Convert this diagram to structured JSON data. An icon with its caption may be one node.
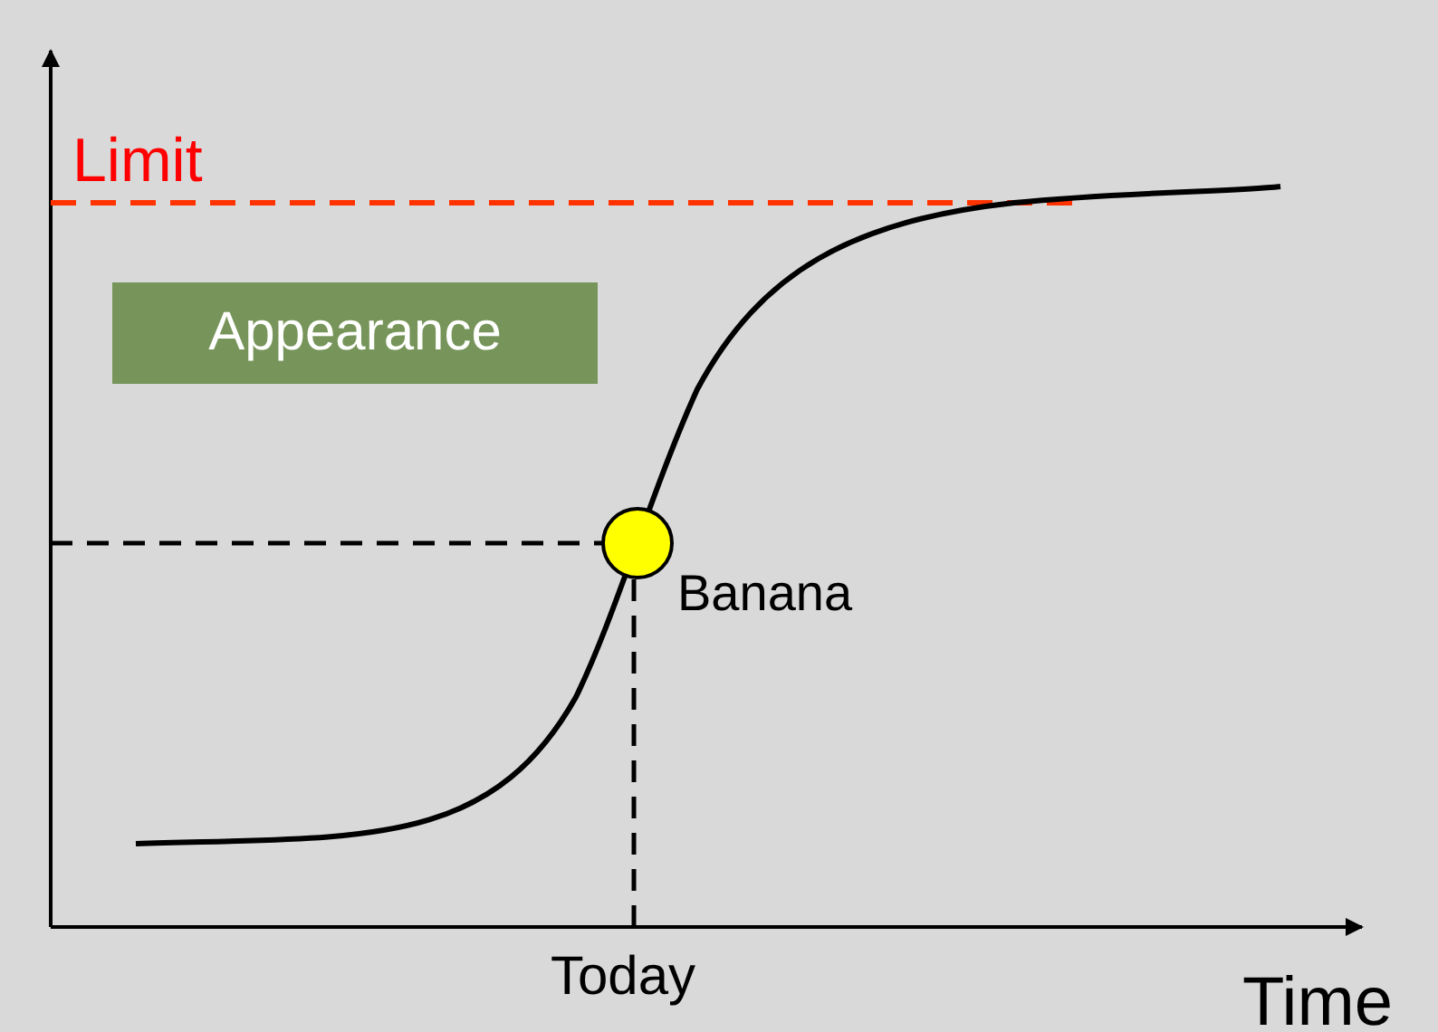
{
  "diagram": {
    "nodes": [
      {
        "text": [
          "Appearance"
        ]
      },
      {
        "text": [],
        "shape": "circle",
        "beside": [
          "Banana"
        ]
      }
    ],
    "labels": [
      "Limit",
      "Today",
      "Time"
    ]
  }
}
